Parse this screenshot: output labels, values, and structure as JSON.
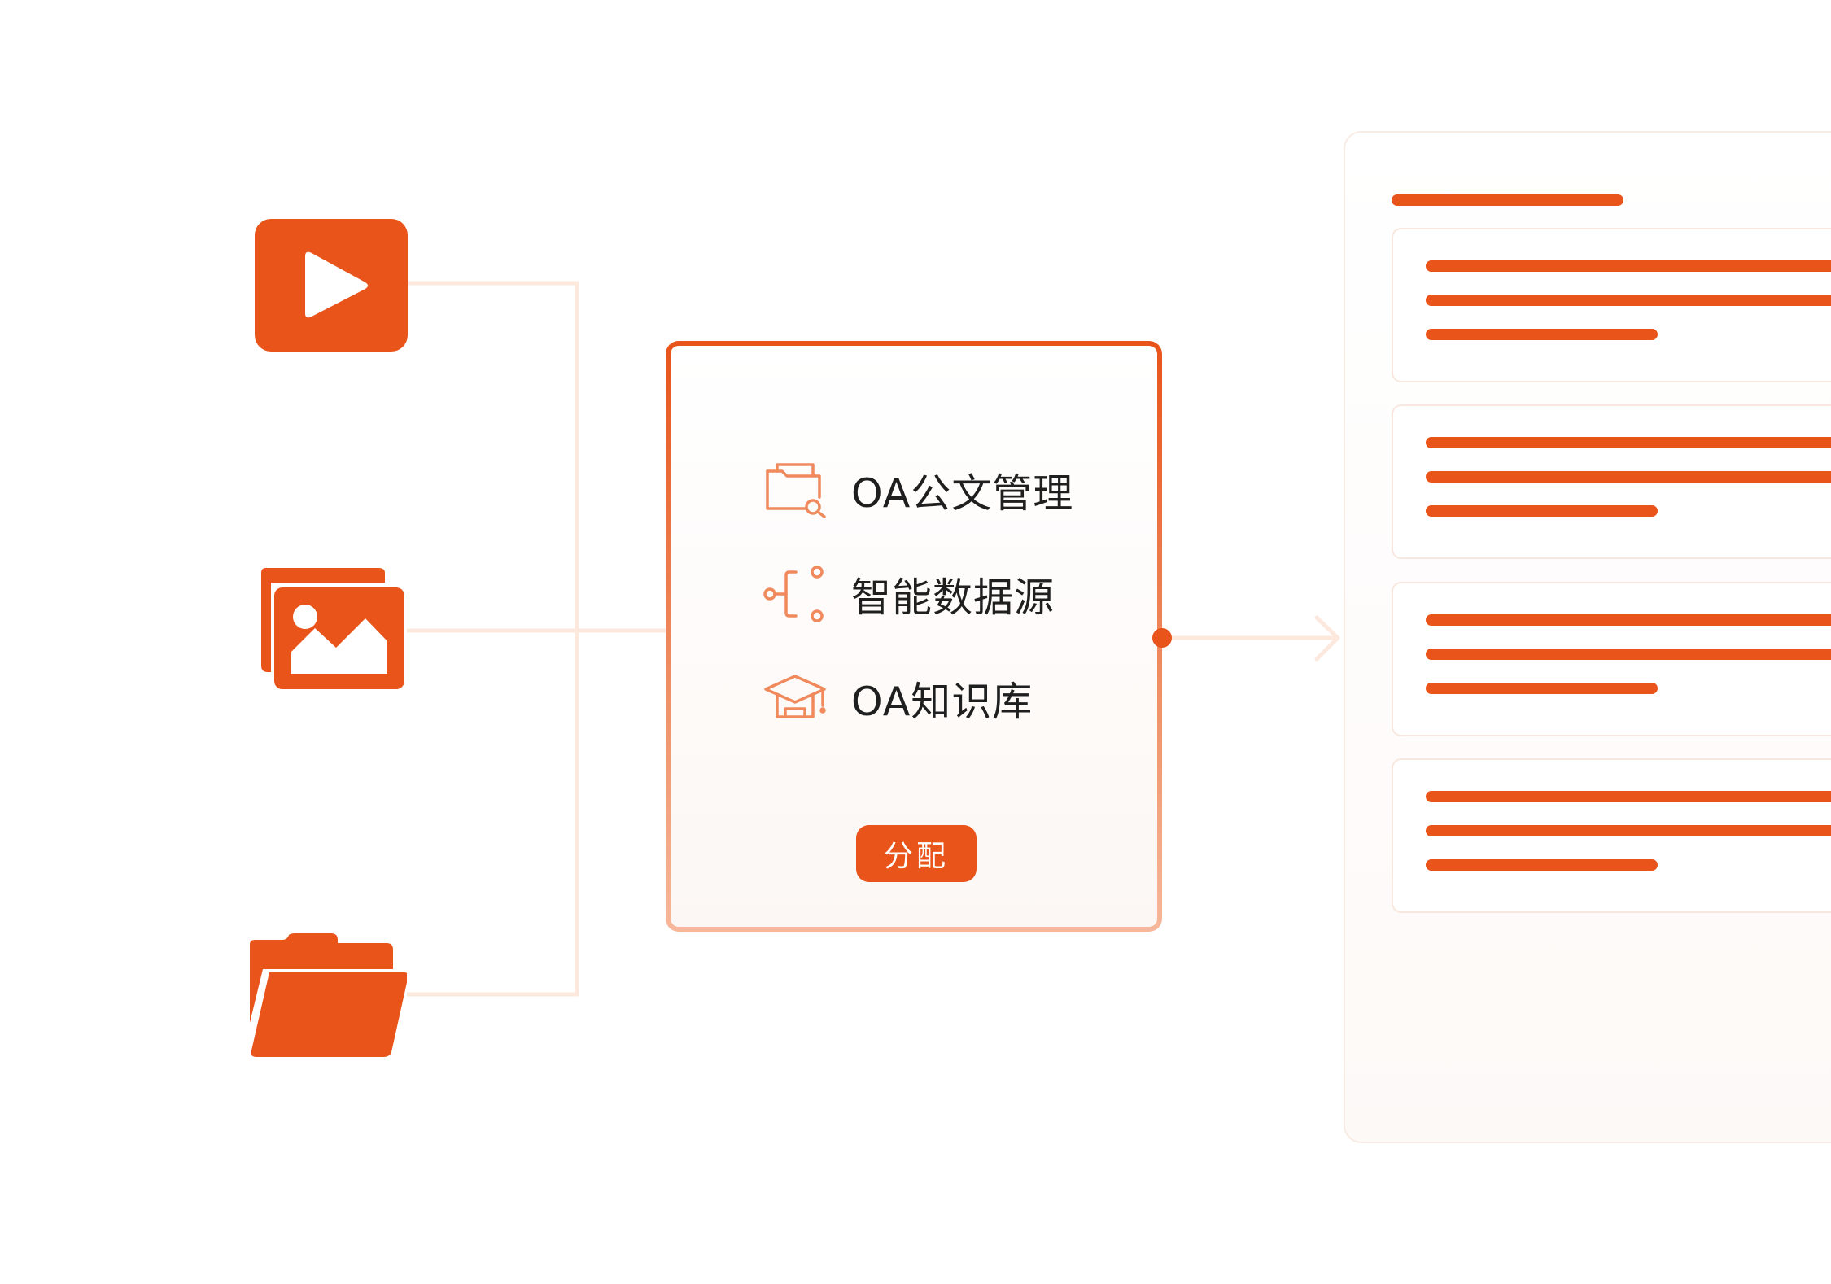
{
  "colors": {
    "accent": "#e8541a",
    "accent_light": "#f19a73",
    "connector": "#fde8de",
    "text": "#1f1f1f"
  },
  "sources": [
    {
      "icon": "play-video-icon"
    },
    {
      "icon": "image-gallery-icon"
    },
    {
      "icon": "folder-open-icon"
    }
  ],
  "center": {
    "items": [
      {
        "icon": "folder-search-icon",
        "label": "OA公文管理"
      },
      {
        "icon": "data-source-tree-icon",
        "label": "智能数据源"
      },
      {
        "icon": "graduation-cap-icon",
        "label": "OA知识库"
      }
    ],
    "button_label": "分配"
  },
  "output": {
    "result_cards": 4
  }
}
